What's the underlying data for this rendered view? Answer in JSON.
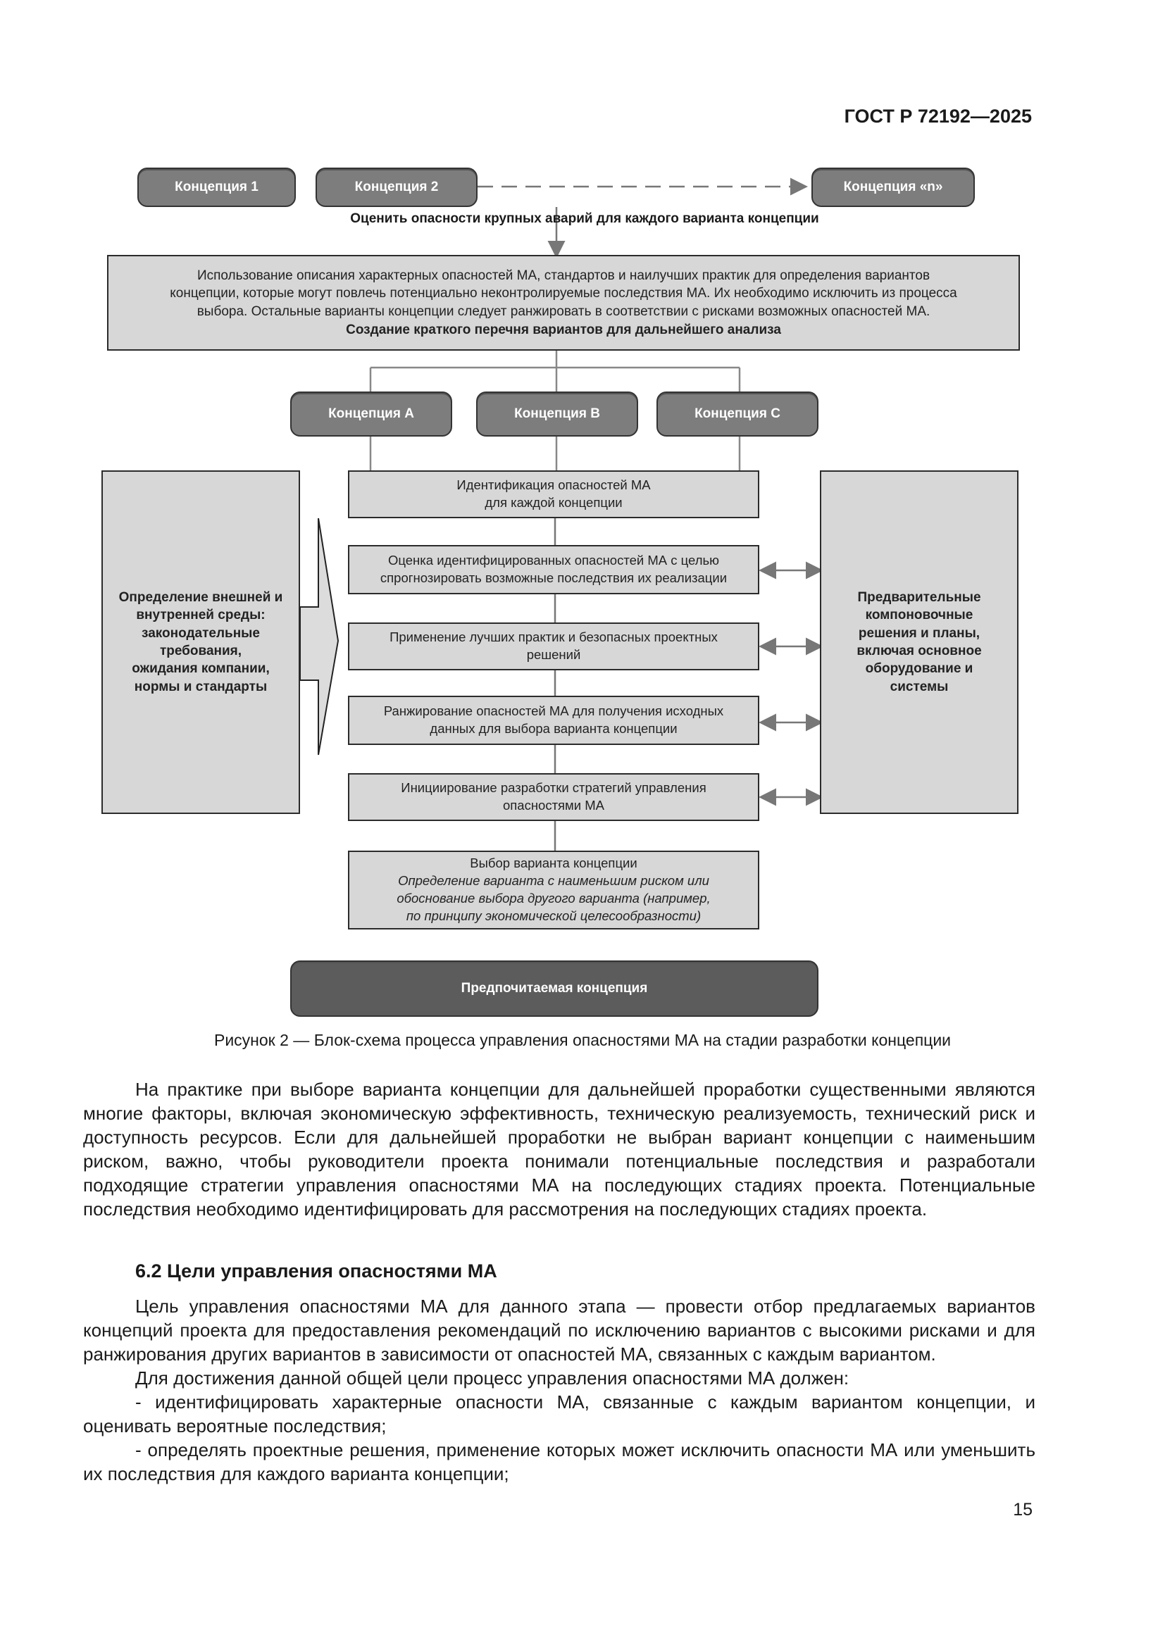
{
  "header": {
    "doc_id": "ГОСТ Р 72192—2025"
  },
  "diagram": {
    "concept_1": "Концепция 1",
    "concept_2": "Концепция 2",
    "concept_n": "Концепция «n»",
    "evaluate_label": "Оценить опасности крупных аварий для каждого варианта концепции",
    "top_box": {
      "line1": "Использование описания характерных опасностей МА, стандартов и наилучших практик для определения вариантов",
      "line2": "концепции, которые могут повлечь потенциально неконтролируемые последствия МА. Их необходимо исключить из процесса",
      "line3": "выбора. Остальные варианты концепции следует ранжировать в соответствии с рисками возможных опасностей МА.",
      "bold": "Создание краткого перечня вариантов для дальнейшего анализа"
    },
    "concept_a": "Концепция A",
    "concept_b": "Концепция B",
    "concept_c": "Концепция C",
    "left_box": [
      "Определение внешней и",
      "внутренней среды:",
      "законодательные",
      "требования,",
      "ожидания компании,",
      "нормы и стандарты"
    ],
    "right_box": [
      "Предварительные",
      "компоновочные",
      "решения и планы,",
      "включая основное",
      "оборудование и",
      "системы"
    ],
    "steps": [
      [
        "Идентификация опасностей МА",
        "для каждой концепции"
      ],
      [
        "Оценка идентифицированных опасностей МА с целью",
        "спрогнозировать возможные последствия их реализации"
      ],
      [
        "Применение лучших практик и безопасных проектных",
        "решений"
      ],
      [
        "Ранжирование опасностей МА для получения исходных",
        "данных для выбора варианта концепции"
      ],
      [
        "Инициирование разработки стратегий управления",
        "опасностями МА"
      ]
    ],
    "selection": {
      "title": "Выбор варианта концепции",
      "italic": [
        "Определение варианта с наименьшим риском или",
        "обоснование выбора другого варианта (например,",
        "по принципу экономической целесообразности)"
      ]
    },
    "preferred": "Предпочитаемая концепция"
  },
  "caption": "Рисунок 2 — Блок-схема процесса управления опасностями МА на стадии разработки концепции",
  "paragraphs": {
    "p1": "На практике при выборе варианта концепции для дальнейшей проработки существенными являются многие факторы, включая экономическую эффективность, техническую реализуемость, технический риск и доступность ресурсов. Если для дальнейшей проработки не выбран вариант концепции с наименьшим риском, важно, чтобы руководители проекта понимали потенциальные последствия и разработали подходящие стратегии управления опасностями МА на последующих стадиях проекта. Потенциальные последствия необходимо идентифицировать для рассмотрения на последующих стадиях проекта.",
    "heading": "6.2 Цели управления опасностями МА",
    "p2": "Цель управления опасностями МА для данного этапа — провести отбор предлагаемых вариантов концепций проекта для предоставления рекомендаций по исключению вариантов с высокими рисками и для ранжирования других вариантов в зависимости от опасностей МА, связанных с каждым вариантом.",
    "p3": "Для достижения данной общей цели процесс управления опасностями МА должен:",
    "p4": "- идентифицировать характерные опасности МА, связанные с каждым вариантом концепции, и оценивать вероятные последствия;",
    "p5": "- определять проектные решения, применение которых может исключить опасности МА или уменьшить их последствия для каждого варианта концепции;"
  },
  "page_number": "15"
}
